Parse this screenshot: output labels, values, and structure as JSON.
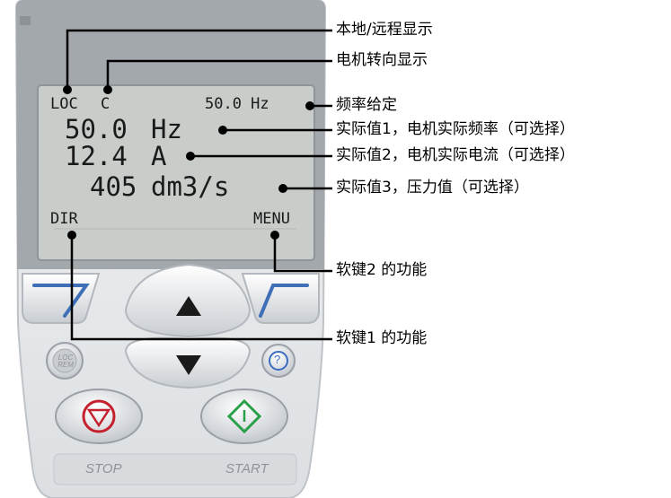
{
  "display": {
    "status_left": "LOC",
    "status_dir": "C",
    "reference": "50.0 Hz",
    "row1_value": "50.0",
    "row1_unit": "Hz",
    "row2_value": "12.4",
    "row2_unit": "A",
    "row3_value": "405",
    "row3_unit": "dm3/s",
    "soft_left": "DIR",
    "soft_right": "MENU"
  },
  "buttons": {
    "loc_rem": "LOC REM",
    "help": "?",
    "stop": "STOP",
    "start": "START"
  },
  "callouts": [
    "本地/远程显示",
    "电机转向显示",
    "频率给定",
    "实际值1，电机实际频率（可选择）",
    "实际值2，电机实际电流（可选择）",
    "实际值3，压力值（可选择）",
    "软键2 的功能",
    "软键1 的功能"
  ],
  "colors": {
    "lcd_bg": "#c8cdc9",
    "lcd_frame": "#9da3a8",
    "panel_body": "#e8eaec",
    "soft_key_blue": "#3f6fb7",
    "stop_red": "#c4202e",
    "start_green": "#2aa04b",
    "help_blue": "#3c6cc0"
  }
}
